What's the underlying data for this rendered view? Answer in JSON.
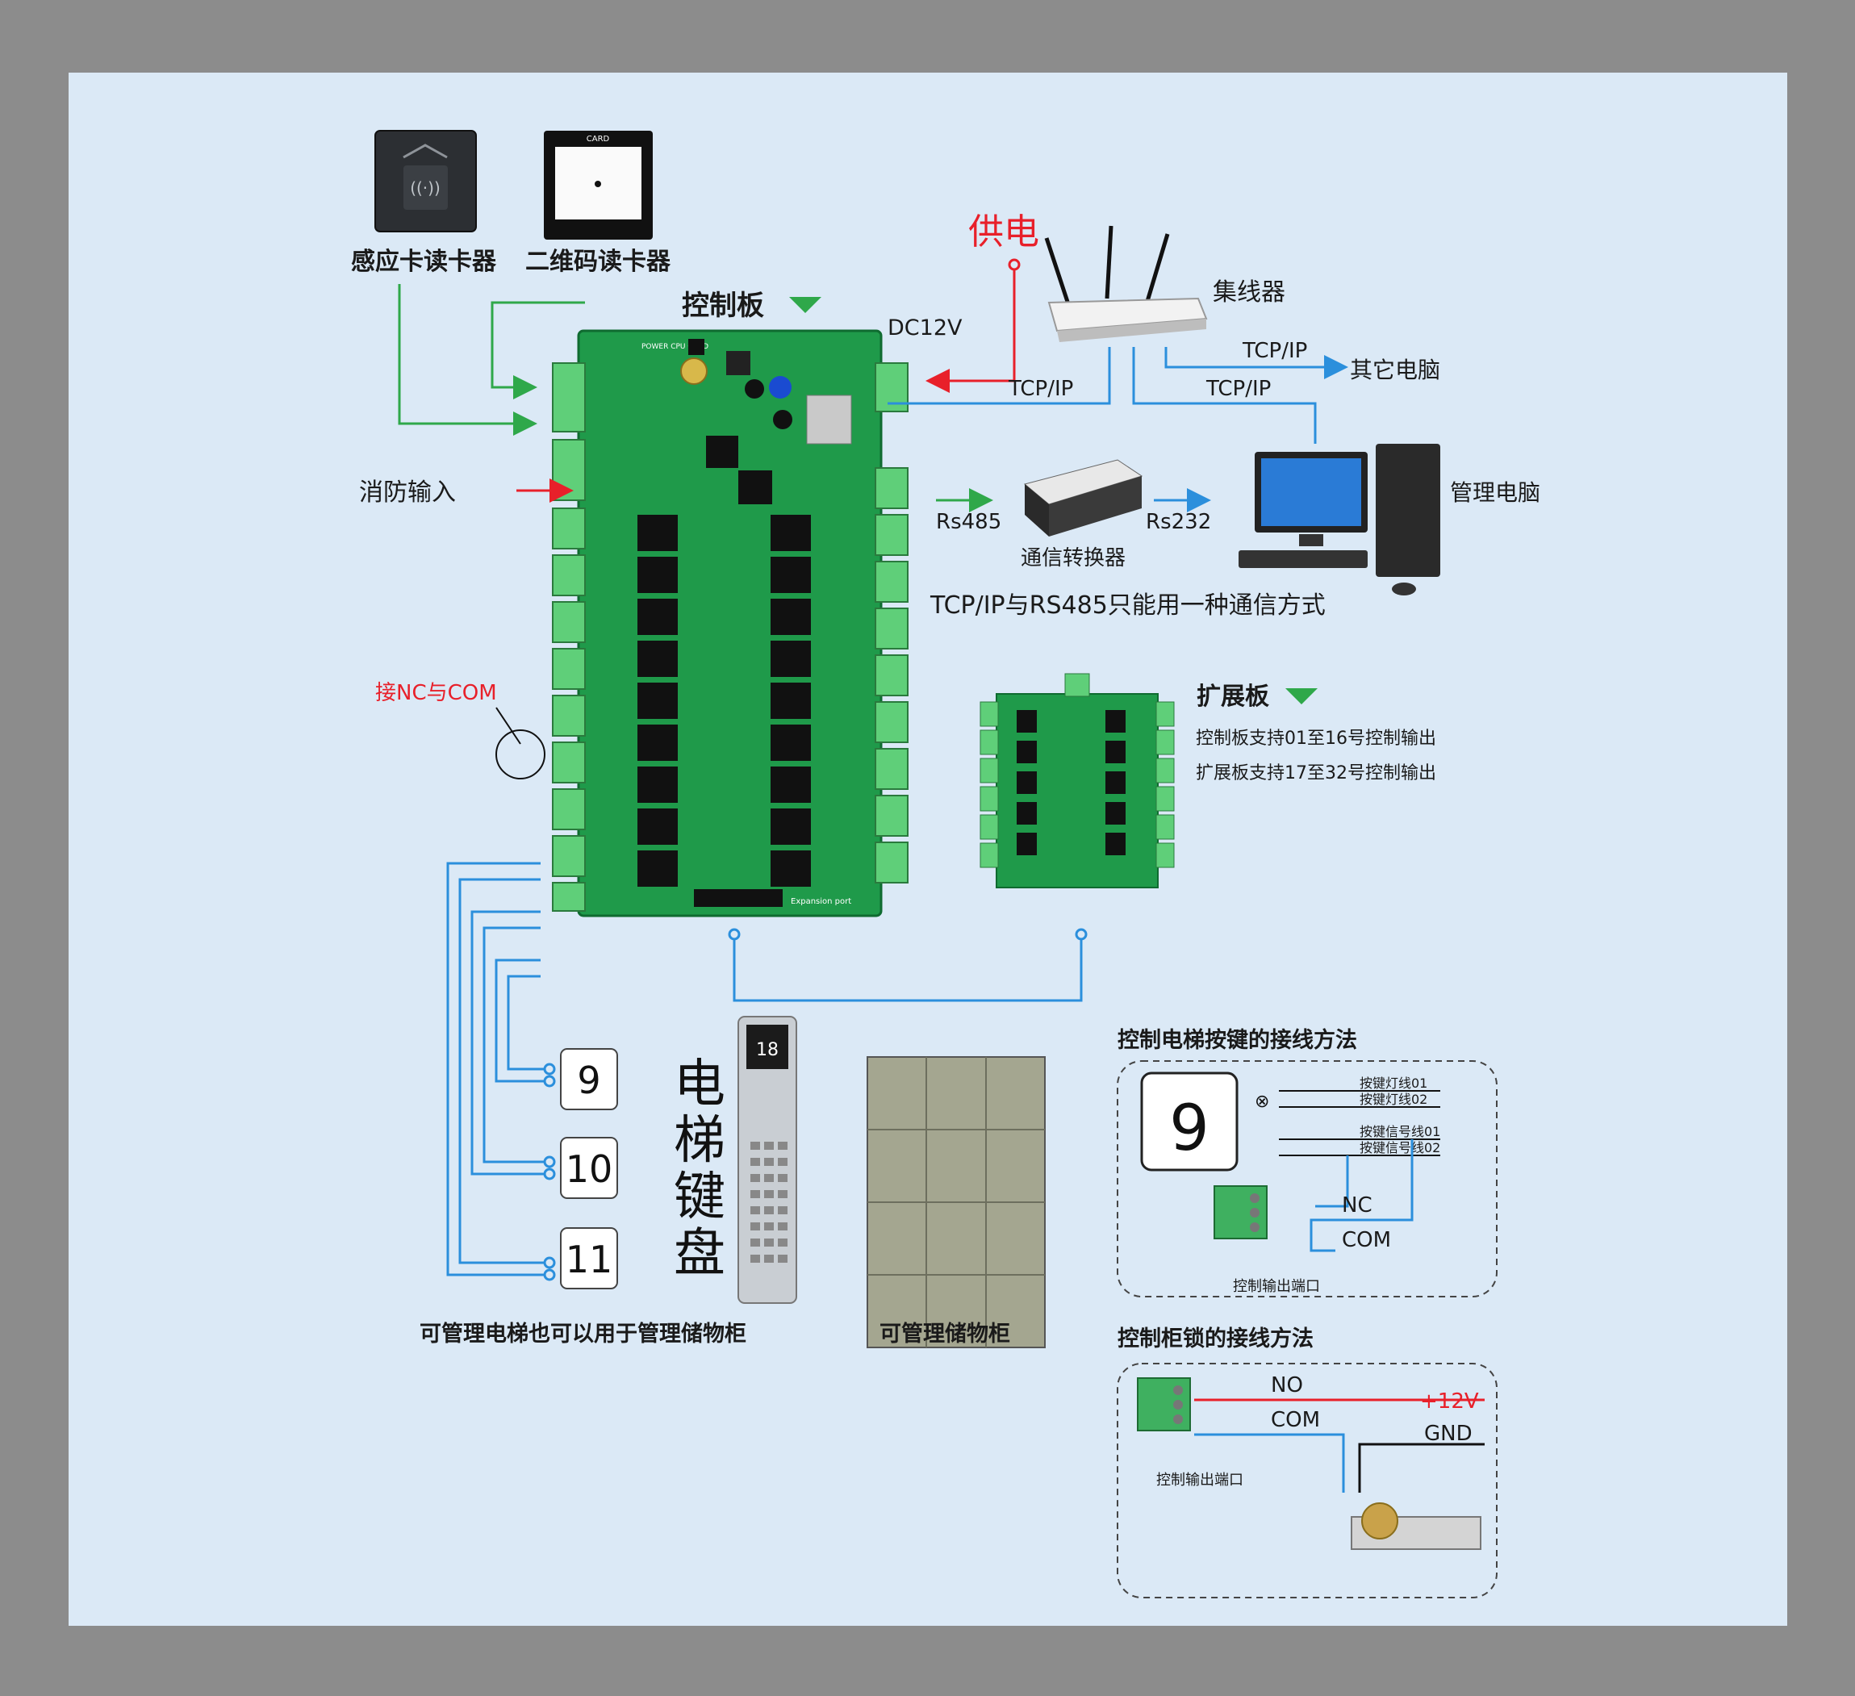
{
  "card_reader": {
    "label": "感应卡读卡器"
  },
  "qr_reader": {
    "label": "二维码读卡器",
    "card_text": "CARD"
  },
  "control_board": {
    "label": "控制板",
    "header_text": "POWER  CPU  CARD",
    "bottom_text": "Expansion port"
  },
  "power": {
    "label": "供电",
    "dc_label": "DC12V"
  },
  "hub": {
    "label": "集线器"
  },
  "network": {
    "tcpip_1": "TCP/IP",
    "tcpip_2": "TCP/IP",
    "tcpip_3": "TCP/IP",
    "other_pc": "其它电脑",
    "mgmt_pc": "管理电脑"
  },
  "fire": {
    "label": "消防输入"
  },
  "comm": {
    "rs485": "Rs485",
    "rs232": "Rs232",
    "converter": "通信转换器",
    "note": "TCP/IP与RS485只能用一种通信方式"
  },
  "nc_com_note": "接NC与COM",
  "expansion": {
    "label": "扩展板",
    "desc1": "控制板支持01至16号控制输出",
    "desc2": "扩展板支持17至32号控制输出"
  },
  "elevator": {
    "buttons": [
      "9",
      "10",
      "11"
    ],
    "panel_label": [
      "电",
      "梯",
      "键",
      "盘"
    ],
    "caption": "可管理电梯也可以用于管理储物柜",
    "display": "18"
  },
  "locker": {
    "caption": "可管理储物柜"
  },
  "wiring_button": {
    "title": "控制电梯按键的接线方法",
    "button": "9",
    "lines": [
      "按键灯线01",
      "按键灯线02",
      "按键信号线01",
      "按键信号线02"
    ],
    "nc": "NC",
    "com": "COM",
    "port": "控制输出端口"
  },
  "wiring_lock": {
    "title": "控制柜锁的接线方法",
    "no": "NO",
    "com": "COM",
    "plus12": "+12V",
    "gnd": "GND",
    "port": "控制输出端口"
  },
  "colors": {
    "green": "#2fa84a",
    "red": "#e8202a",
    "blue": "#2b8fdc",
    "pcb": "#1f9a4a"
  }
}
